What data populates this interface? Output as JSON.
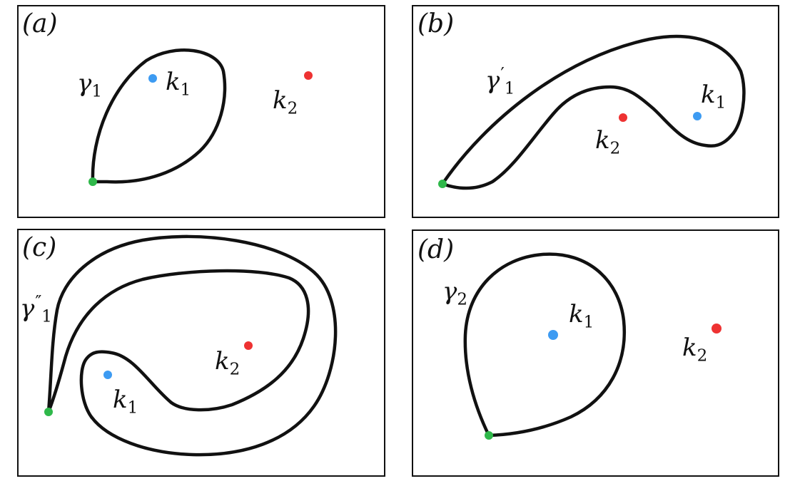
{
  "panels": {
    "a": {
      "label": "(a)",
      "curve": {
        "symbol": "γ",
        "index": "1",
        "prime": ""
      },
      "k1": {
        "symbol": "k",
        "index": "1"
      },
      "k2": {
        "symbol": "k",
        "index": "2"
      }
    },
    "b": {
      "label": "(b)",
      "curve": {
        "symbol": "γ",
        "index": "1",
        "prime": "′"
      },
      "k1": {
        "symbol": "k",
        "index": "1"
      },
      "k2": {
        "symbol": "k",
        "index": "2"
      }
    },
    "c": {
      "label": "(c)",
      "curve": {
        "symbol": "γ",
        "index": "1",
        "prime": "″"
      },
      "k1": {
        "symbol": "k",
        "index": "1"
      },
      "k2": {
        "symbol": "k",
        "index": "2"
      }
    },
    "d": {
      "label": "(d)",
      "curve": {
        "symbol": "γ",
        "index": "2",
        "prime": ""
      },
      "k1": {
        "symbol": "k",
        "index": "1"
      },
      "k2": {
        "symbol": "k",
        "index": "2"
      }
    }
  },
  "colors": {
    "k1_point": "#3d9bf2",
    "k2_point": "#ee3232",
    "base_point": "#2fb84a",
    "curve": "#111111"
  }
}
